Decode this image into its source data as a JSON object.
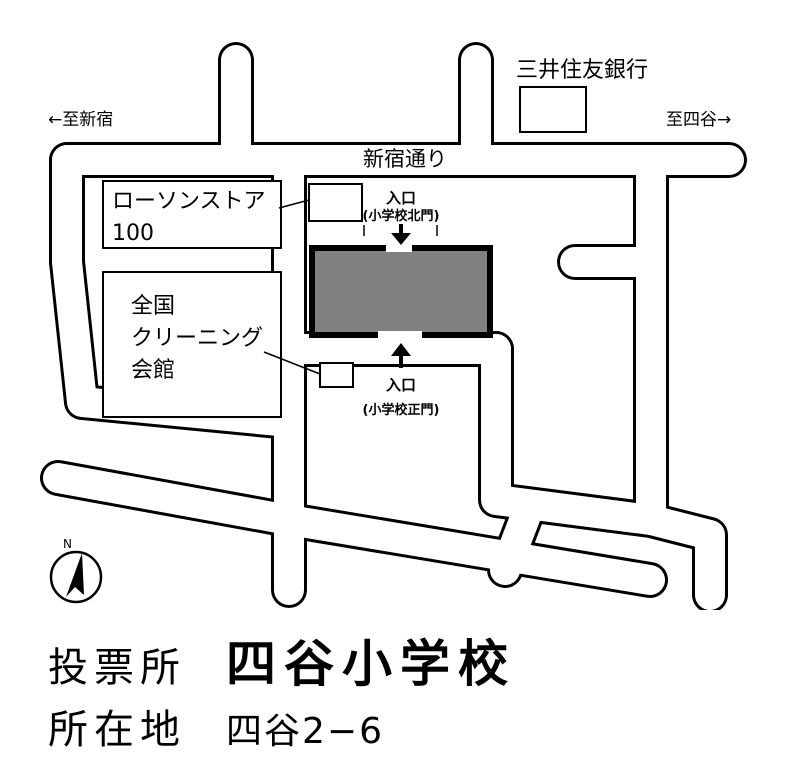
{
  "map": {
    "road_labels": {
      "main_road": "新宿通り",
      "to_shinjuku": "←至新宿",
      "to_yotsuya": "至四谷→"
    },
    "landmarks": {
      "bank": "三井住友銀行",
      "lawson_line1": "ローソンストア",
      "lawson_line2": "100",
      "cleaning_line1": "全国",
      "cleaning_line2": "クリーニング",
      "cleaning_line3": "会館"
    },
    "entrances": {
      "north_line1": "入口",
      "north_line2": "(小学校北門)",
      "main_line1": "入口",
      "main_line2": "(小学校正門)"
    },
    "compass": {
      "label": "N",
      "icon": "north-arrow-icon"
    },
    "colors": {
      "road_outline": "#000000",
      "school_fill": "#808080",
      "background": "#ffffff"
    }
  },
  "info": {
    "polling_label": "投票所",
    "polling_place": "四谷小学校",
    "address_label": "所在地",
    "address": "四谷2−6"
  }
}
